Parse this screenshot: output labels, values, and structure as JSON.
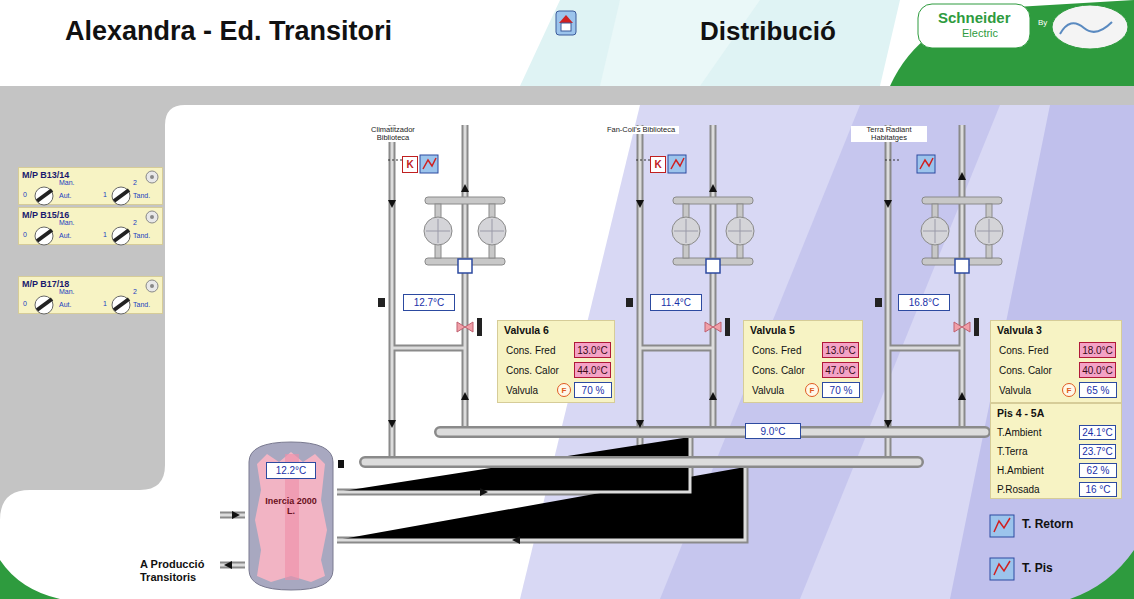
{
  "diagram": {
    "title": "Alexandra - Ed. Transitori",
    "nodes": [
      {
        "text": [
          "M/P B13/14",
          "Man.",
          "2",
          "0",
          "Aut.",
          "1",
          "Tand."
        ]
      },
      {
        "text": [
          "M/P B15/16",
          "Man.",
          "2",
          "0",
          "Aut.",
          "1",
          "Tand."
        ]
      },
      {
        "text": [
          "M/P B17/18",
          "Man.",
          "2",
          "0",
          "Aut.",
          "1",
          "Tand."
        ]
      },
      {
        "text": [
          "Valvula 6",
          "Cons. Fred",
          "Cons. Calor",
          "Valvula"
        ]
      },
      {
        "text": [
          "13.0°C"
        ],
        "in": 3
      },
      {
        "text": [
          "44.0°C"
        ],
        "in": 3
      },
      {
        "text": [
          "F"
        ],
        "in": 3
      },
      {
        "text": [
          "70 %"
        ],
        "in": 3
      },
      {
        "text": [
          "Valvula 5",
          "Cons. Fred",
          "Cons. Calor",
          "Valvula"
        ]
      },
      {
        "text": [
          "13.0°C"
        ],
        "in": 8
      },
      {
        "text": [
          "47.0°C"
        ],
        "in": 8
      },
      {
        "text": [
          "F"
        ],
        "in": 8
      },
      {
        "text": [
          "70 %"
        ],
        "in": 8
      },
      {
        "text": [
          "Valvula 3",
          "Cons. Fred",
          "Cons. Calor",
          "Valvula"
        ]
      },
      {
        "text": [
          "18.0°C"
        ],
        "in": 13
      },
      {
        "text": [
          "40.0°C"
        ],
        "in": 13
      },
      {
        "text": [
          "F"
        ],
        "in": 13
      },
      {
        "text": [
          "65 %"
        ],
        "in": 13
      },
      {
        "text": [
          "Pis 4 - 5A",
          "T.Ambient",
          "T.Terra",
          "H.Ambient",
          "P.Rosada"
        ]
      },
      {
        "text": [
          "24.1°C"
        ],
        "in": 18
      },
      {
        "text": [
          "23.7°C"
        ],
        "in": 18
      },
      {
        "text": [
          "62 %"
        ],
        "in": 18
      },
      {
        "text": [
          "16 °C"
        ],
        "in": 18
      },
      {
        "text": [
          "12.7°C"
        ]
      },
      {
        "text": [
          "11.4°C"
        ]
      },
      {
        "text": [
          "16.8°C"
        ]
      },
      {
        "text": [
          "9.0°C"
        ]
      },
      {
        "text": [
          "Inercia 2000 L."
        ]
      },
      {
        "text": [
          "12.2°C"
        ],
        "in": 27
      },
      {
        "text": [
          "K"
        ]
      },
      {
        "text": [
          "K"
        ]
      }
    ],
    "labels": [
      "Distribució",
      "Schneider",
      "Electric",
      "By",
      "Climatitzador Biblioteca",
      "Fan-Coil's Biblioteca",
      "Terra Radiant Habitatges",
      "T. Retorn",
      "T. Pis",
      "A Producció Transitoris"
    ]
  }
}
